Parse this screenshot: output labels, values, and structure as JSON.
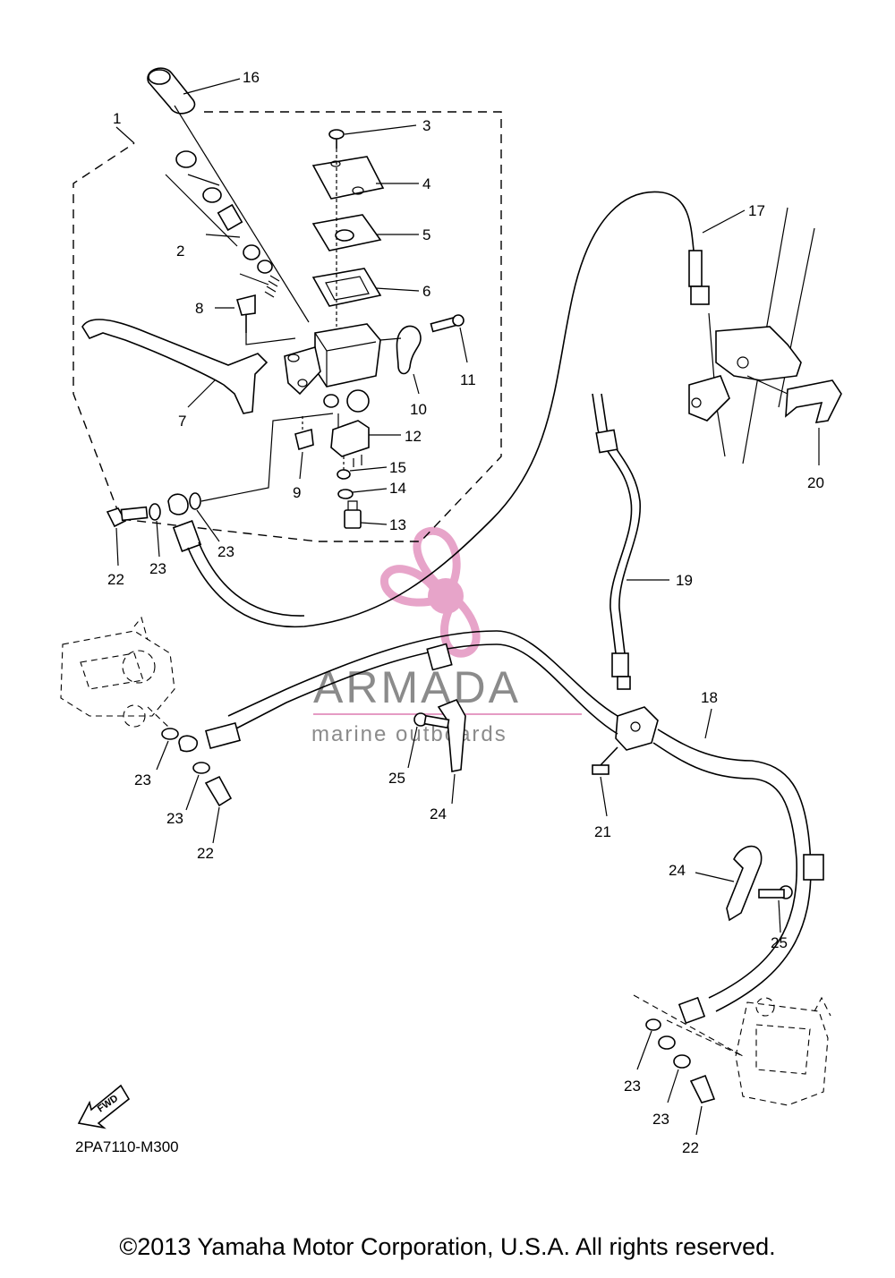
{
  "diagram": {
    "code": "2PA7110-M300",
    "fwd_label": "FWD",
    "copyright": "©2013 Yamaha Motor Corporation, U.S.A. All rights reserved.",
    "watermark": {
      "name": "ARMADA",
      "sub": "marine outboards",
      "accent": "#e59bc4",
      "gray": "#8b8b8b"
    },
    "callouts": {
      "c1": "1",
      "c2": "2",
      "c3": "3",
      "c4": "4",
      "c5": "5",
      "c6": "6",
      "c7": "7",
      "c8": "8",
      "c9": "9",
      "c10": "10",
      "c11": "11",
      "c12": "12",
      "c13": "13",
      "c14": "14",
      "c15": "15",
      "c16": "16",
      "c17": "17",
      "c18": "18",
      "c19": "19",
      "c20": "20",
      "c21": "21",
      "c22a": "22",
      "c22b": "22",
      "c22c": "22",
      "c23a": "23",
      "c23b": "23",
      "c23c": "23",
      "c23d": "23",
      "c23e": "23",
      "c23f": "23",
      "c24a": "24",
      "c24b": "24",
      "c25a": "25",
      "c25b": "25"
    }
  }
}
